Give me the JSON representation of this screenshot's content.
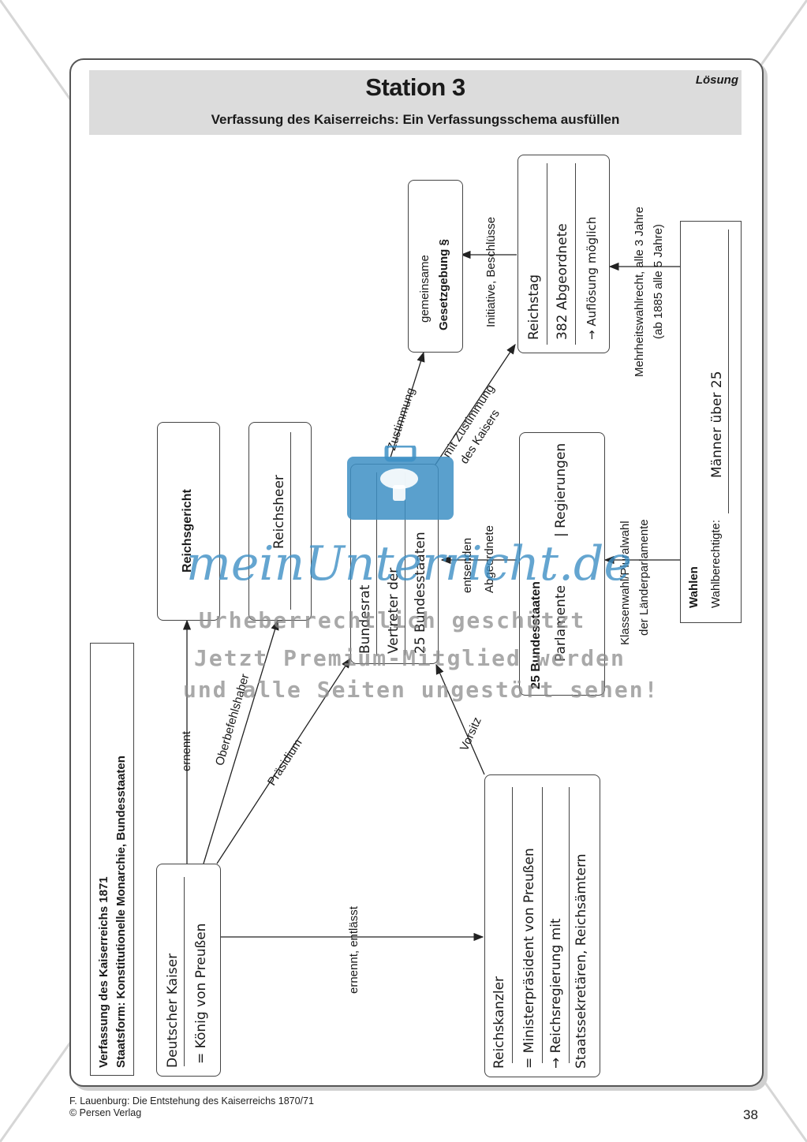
{
  "header": {
    "title": "Station 3",
    "subtitle": "Verfassung des Kaiserreichs: Ein Verfassungsschema ausfüllen",
    "badge": "Lösung"
  },
  "info_box": {
    "line1": "Verfassung des Kaiserreichs 1871",
    "line2": "Staatsform: Konstitutionelle Monarchie, Bundesstaaten"
  },
  "kaiser": {
    "title": "Deutscher Kaiser",
    "line": "= König von Preußen"
  },
  "reichskanzler": {
    "title": "Reichskanzler",
    "line1": "= Ministerpräsident von Preußen",
    "line2": "→ Reichsregierung mit",
    "line3": "Staatssekretären, Reichsämtern"
  },
  "reichsgericht": {
    "title": "Reichsgericht"
  },
  "reichsheer": {
    "title": "Reichsheer"
  },
  "bundesrat": {
    "title": "Bundesrat",
    "line1": "Vertreter der",
    "line2": "25 Bundesstaaten"
  },
  "bundesstaaten": {
    "title": "25 Bundesstaaten",
    "line1": "Parlamente",
    "line2": "| Regierungen"
  },
  "gesetzgebung": {
    "line1": "gemeinsame",
    "line2": "Gesetzgebung §"
  },
  "reichstag": {
    "title": "Reichstag",
    "line1": "382 Abgeordnete",
    "line2": "→ Auflösung möglich"
  },
  "wahlen": {
    "title": "Wahlen",
    "label": "Wahlberechtigte:",
    "value": "Männer über 25"
  },
  "labels": {
    "ernennt": "ernennt",
    "oberbefehlshaber": "Oberbefehlshaber",
    "praesidium": "Präsidium",
    "ernennt_entlaesst": "ernennt, entlässt",
    "vorsitz": "Vorsitz",
    "zustimmung": "Zustimmung",
    "mit_zustimmung_1": "mit Zustimmung",
    "mit_zustimmung_2": "des Kaisers",
    "entsenden_1": "entsenden",
    "entsenden_2": "Abgeordnete",
    "initiative": "Initiative, Beschlüsse",
    "klassenwahl_1": "Klassenwahl/Pluralwahl",
    "klassenwahl_2": "der Länderparlamente",
    "mehrheit_1": "Mehrheitswahlrecht, alle 3 Jahre",
    "mehrheit_2": "(ab 1885 alle 5 Jahre)"
  },
  "watermark": {
    "brand": "meinUnterricht.de",
    "line1": "Urheberrechtlich geschützt",
    "line2": "Jetzt Premium-Mitglied werden",
    "line3": "und alle Seiten ungestört sehen!"
  },
  "footer": {
    "line1": "F. Lauenburg: Die Entstehung des Kaiserreichs 1870/71",
    "line2": "© Persen Verlag",
    "page": "38"
  }
}
